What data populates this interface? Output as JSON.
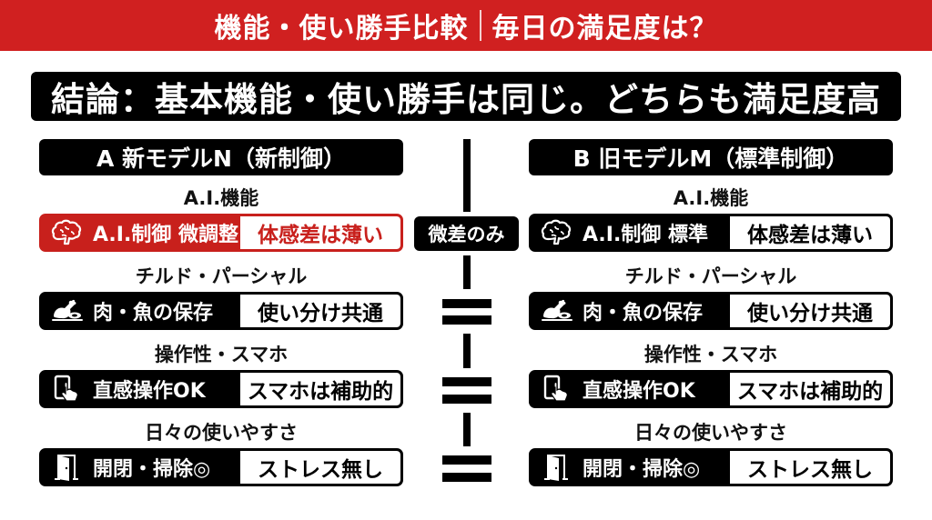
{
  "header": {
    "title_left": "機能・使い勝手比較",
    "title_right": "毎日の満足度は？"
  },
  "conclusion": "結論：基本機能・使い勝手は同じ。どちらも満足度高",
  "colors": {
    "accent_red": "#d02020",
    "box_red": "#c8201c",
    "black": "#000000",
    "white": "#ffffff"
  },
  "model_a": {
    "title": "A 新モデルN（新制御）",
    "rows": [
      {
        "category": "A.I.機能",
        "icon": "brain-icon",
        "feature": "A.I.制御 微調整",
        "verdict": "体感差は薄い",
        "highlight": true
      },
      {
        "category": "チルド・パーシャル",
        "icon": "meat-fish-icon",
        "feature": "肉・魚の保存",
        "verdict": "使い分け共通",
        "highlight": false
      },
      {
        "category": "操作性・スマホ",
        "icon": "smartphone-tap-icon",
        "feature": "直感操作OK",
        "verdict": "スマホは補助的",
        "highlight": false
      },
      {
        "category": "日々の使いやすさ",
        "icon": "door-icon",
        "feature": "開閉・掃除◎",
        "verdict": "ストレス無し",
        "highlight": false
      }
    ]
  },
  "model_b": {
    "title": "B 旧モデルM（標準制御）",
    "rows": [
      {
        "category": "A.I.機能",
        "icon": "brain-icon",
        "feature": "A.I.制御 標準",
        "verdict": "体感差は薄い",
        "highlight": false
      },
      {
        "category": "チルド・パーシャル",
        "icon": "meat-fish-icon",
        "feature": "肉・魚の保存",
        "verdict": "使い分け共通",
        "highlight": false
      },
      {
        "category": "操作性・スマホ",
        "icon": "smartphone-tap-icon",
        "feature": "直感操作OK",
        "verdict": "スマホは補助的",
        "highlight": false
      },
      {
        "category": "日々の使いやすさ",
        "icon": "door-icon",
        "feature": "開閉・掃除◎",
        "verdict": "ストレス無し",
        "highlight": false
      }
    ]
  },
  "center": {
    "diff_badge": "微差のみ",
    "comparisons": [
      "微差のみ",
      "=",
      "=",
      "="
    ]
  }
}
